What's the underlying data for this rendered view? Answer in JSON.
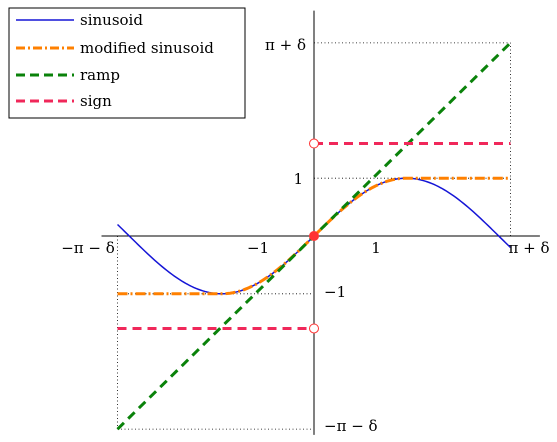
{
  "chart_data": {
    "type": "line",
    "x_tick_labels": [
      "−π − δ",
      "−1",
      "1",
      "π + δ"
    ],
    "y_tick_labels": [
      "π + δ",
      "1",
      "−1",
      "−π − δ"
    ],
    "delta": 0.2,
    "xlim": [
      -3.3416,
      3.8416
    ],
    "ylim": [
      -3.4416,
      3.9
    ],
    "legend_position": "top-left",
    "grid": false,
    "series": [
      {
        "name": "sinusoid",
        "color": "#1515d6",
        "style": "solid",
        "x": [
          -3.3416,
          -3.0,
          -2.5,
          -2.0,
          -1.5708,
          -1.0,
          -0.5,
          0.0,
          0.5,
          1.0,
          1.5708,
          2.0,
          2.5,
          3.0,
          3.3416
        ],
        "y": [
          0.199,
          -0.141,
          -0.598,
          -0.909,
          -1.0,
          -0.841,
          -0.479,
          0.0,
          0.479,
          0.841,
          1.0,
          0.909,
          0.598,
          0.141,
          -0.199
        ]
      },
      {
        "name": "modified sinusoid",
        "color": "#ff8000",
        "style": "dash-dot",
        "x": [
          -3.3416,
          -1.5708,
          -1.0,
          -0.5,
          0.0,
          0.5,
          1.0,
          1.5708,
          3.3416
        ],
        "y": [
          -1.0,
          -1.0,
          -0.841,
          -0.479,
          0.0,
          0.479,
          0.841,
          1.0,
          1.0
        ]
      },
      {
        "name": "ramp",
        "color": "#0a820a",
        "style": "dashed",
        "x": [
          -3.3416,
          3.3416
        ],
        "y": [
          -3.3416,
          3.3416
        ]
      },
      {
        "name": "sign",
        "color": "#f0285a",
        "style": "dashed",
        "segments": [
          {
            "x": [
              -3.3416,
              0.0
            ],
            "y": [
              -1.6,
              -1.6
            ]
          },
          {
            "x": [
              0.0,
              3.3416
            ],
            "y": [
              1.6,
              1.6
            ]
          }
        ]
      }
    ],
    "markers": [
      {
        "x": 0.0,
        "y": 0.0,
        "fill": true,
        "color": "#ff3333"
      },
      {
        "x": 0.0,
        "y": 1.6,
        "fill": false,
        "color": "#ff3333"
      },
      {
        "x": 0.0,
        "y": -1.6,
        "fill": false,
        "color": "#ff3333"
      }
    ],
    "reference_lines": [
      {
        "from": [
          -3.3416,
          0
        ],
        "to": [
          -3.3416,
          -3.3416
        ]
      },
      {
        "from": [
          -3.3416,
          -1
        ],
        "to": [
          0,
          -1
        ]
      },
      {
        "from": [
          -3.3416,
          -3.3416
        ],
        "to": [
          0,
          -3.3416
        ]
      },
      {
        "from": [
          0,
          3.3416
        ],
        "to": [
          3.3416,
          3.3416
        ]
      },
      {
        "from": [
          0,
          1
        ],
        "to": [
          3.3416,
          1
        ]
      },
      {
        "from": [
          3.3416,
          0
        ],
        "to": [
          3.3416,
          3.3416
        ]
      }
    ]
  }
}
